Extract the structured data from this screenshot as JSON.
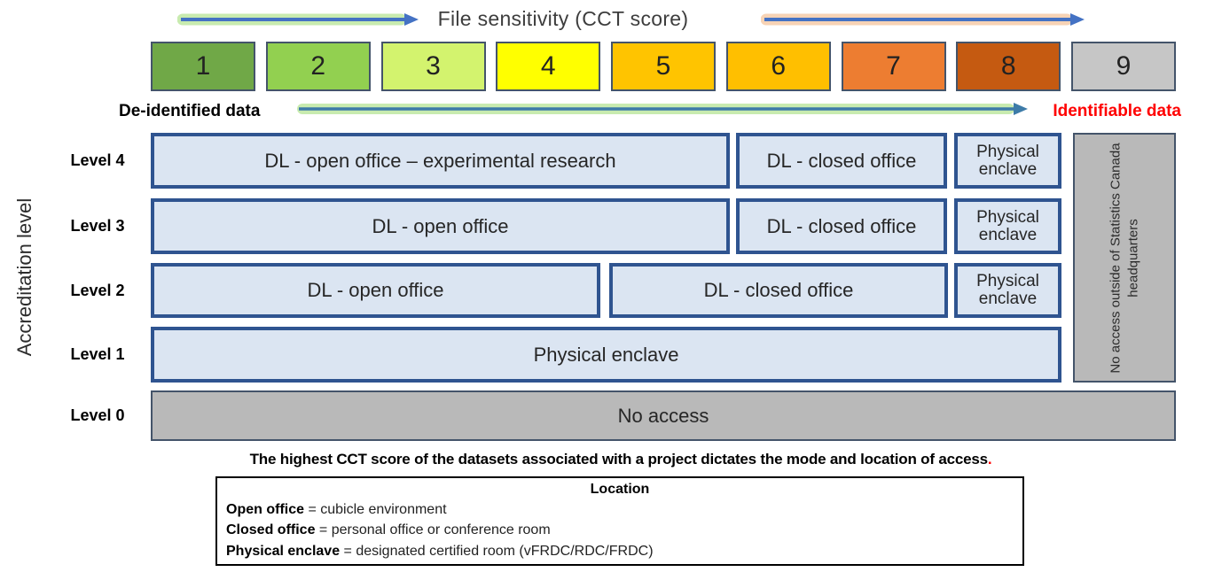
{
  "header": {
    "title": "File sensitivity (CCT score)"
  },
  "sensitivity_scale": {
    "boxes": [
      {
        "label": "1",
        "color": "#70a847"
      },
      {
        "label": "2",
        "color": "#92d050"
      },
      {
        "label": "3",
        "color": "#d3f36e"
      },
      {
        "label": "4",
        "color": "#ffff00"
      },
      {
        "label": "5",
        "color": "#ffc400"
      },
      {
        "label": "6",
        "color": "#ffbf00"
      },
      {
        "label": "7",
        "color": "#ed7d31"
      },
      {
        "label": "8",
        "color": "#c55a11"
      },
      {
        "label": "9",
        "color": "#c6c6c6"
      }
    ],
    "left_label": "De-identified data",
    "right_label": "Identifiable data",
    "right_label_color": "#ff0000"
  },
  "y_axis_label": "Accreditation level",
  "grid": {
    "level4": {
      "label": "Level 4",
      "open": "DL - open office – experimental research",
      "closed": "DL - closed office",
      "enclave": "Physical enclave"
    },
    "level3": {
      "label": "Level 3",
      "open": "DL - open office",
      "closed": "DL - closed office",
      "enclave": "Physical enclave"
    },
    "level2": {
      "label": "Level 2",
      "open": "DL - open office",
      "closed": "DL - closed office",
      "enclave": "Physical enclave"
    },
    "level1": {
      "label": "Level 1",
      "enclave": "Physical enclave"
    },
    "level0": {
      "label": "Level 0",
      "text": "No access"
    },
    "no_access_column": "No access outside of Statistics Canada headquarters"
  },
  "footnote": {
    "text": "The highest CCT score of the datasets associated with a project dictates the mode and location of access",
    "period": ".",
    "period_color": "#ff0000"
  },
  "legend": {
    "title": "Location",
    "entries": [
      {
        "term": "Open office",
        "definition": " = cubicle environment"
      },
      {
        "term": "Closed office",
        "definition": " = personal office or conference room"
      },
      {
        "term": "Physical enclave",
        "definition": " = designated certified room (vFRDC/RDC/FRDC)"
      }
    ]
  },
  "colors": {
    "cell_fill": "#dbe5f2",
    "cell_border": "#2f5490",
    "gray_fill": "#b9b9b9",
    "arrow_blue": "#4472c4",
    "glow_green": "#bfe8a2",
    "glow_orange": "#f7cfae"
  }
}
